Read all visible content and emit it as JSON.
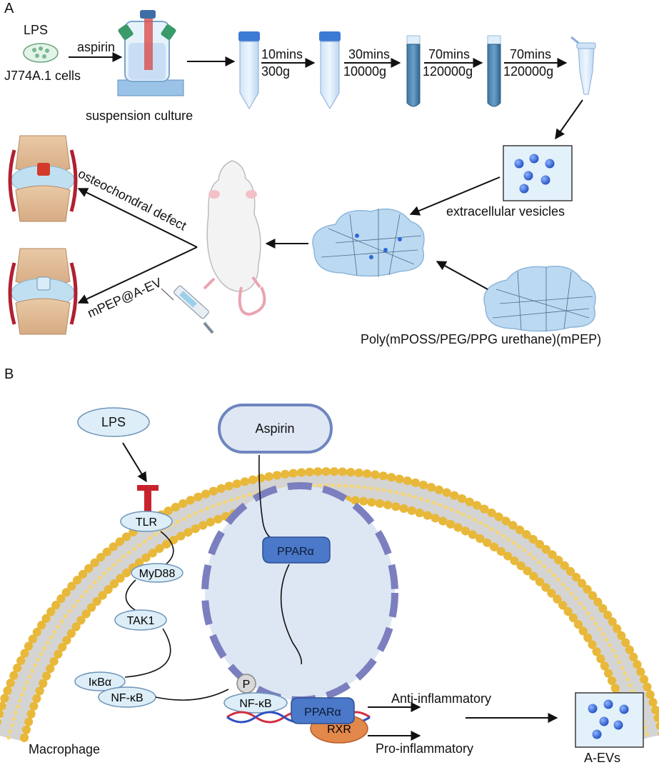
{
  "panels": {
    "a": "A",
    "b": "B"
  },
  "panelA": {
    "lps": "LPS",
    "cells": "J774A.1 cells",
    "aspirin": "aspirin",
    "suspension": "suspension culture",
    "steps": [
      {
        "time": "10mins",
        "speed": "300g"
      },
      {
        "time": "30mins",
        "speed": "10000g"
      },
      {
        "time": "70mins",
        "speed": "120000g"
      },
      {
        "time": "70mins",
        "speed": "120000g"
      }
    ],
    "ev": "extracellular vesicles",
    "polymer": "Poly(mPOSS/PEG/PPG urethane)(mPEP)",
    "defect": "osteochondral defect",
    "treat": "mPEP@A-EV"
  },
  "panelB": {
    "lps": "LPS",
    "aspirin": "Aspirin",
    "tlr": "TLR",
    "myd88": "MyD88",
    "tak1": "TAK1",
    "ikba": "IκBα",
    "nfkb": "NF-κB",
    "nfkb2": "NF-κB",
    "p": "P",
    "ppara": "PPARα",
    "ppara2": "PPARα",
    "rxr": "RXR",
    "anti": "Anti-inflammatory",
    "pro": "Pro-inflammatory",
    "aevs": "A-EVs",
    "macrophage": "Macrophage"
  },
  "colors": {
    "membrane": "#e8b83a",
    "nucleus": "#7b7fbf",
    "receptor": "#c8232c",
    "ppar": "#4b78c9",
    "rxr": "#e2884a",
    "ellipse": "#ddeef8",
    "vesicle": "#2e6ad6"
  }
}
